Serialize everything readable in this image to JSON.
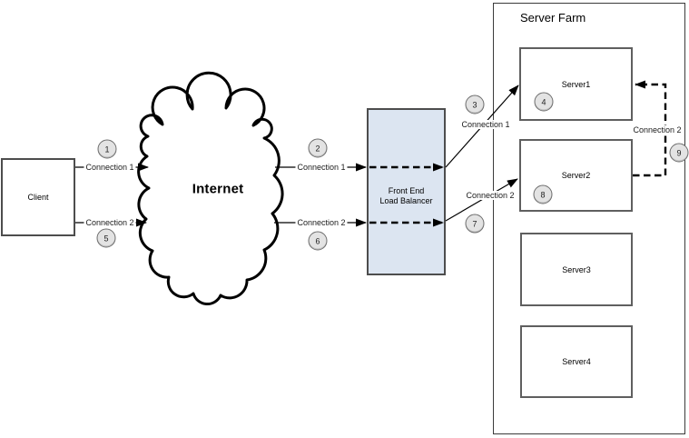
{
  "nodes": {
    "client": {
      "label": "Client"
    },
    "internet": {
      "label": "Internet"
    },
    "load_balancer": {
      "line1": "Front End",
      "line2": "Load Balancer"
    },
    "server_farm": {
      "title": "Server Farm"
    },
    "servers": [
      {
        "label": "Server1"
      },
      {
        "label": "Server2"
      },
      {
        "label": "Server3"
      },
      {
        "label": "Server4"
      }
    ]
  },
  "connection_labels": {
    "client_conn1": "Connection 1",
    "client_conn2": "Connection 2",
    "internet_conn1": "Connection 1",
    "internet_conn2": "Connection 2",
    "lb_server1_conn1": "Connection 1",
    "lb_server2_conn2": "Connection 2",
    "server_redirect_conn2": "Connection 2"
  },
  "step_badges": [
    "1",
    "2",
    "3",
    "4",
    "5",
    "6",
    "7",
    "8",
    "9"
  ],
  "colors": {
    "load_balancer_fill": "#dce5f1",
    "badge_fill": "#e3e3e3",
    "line": "#000000",
    "box_border": "#4d4d4d"
  }
}
